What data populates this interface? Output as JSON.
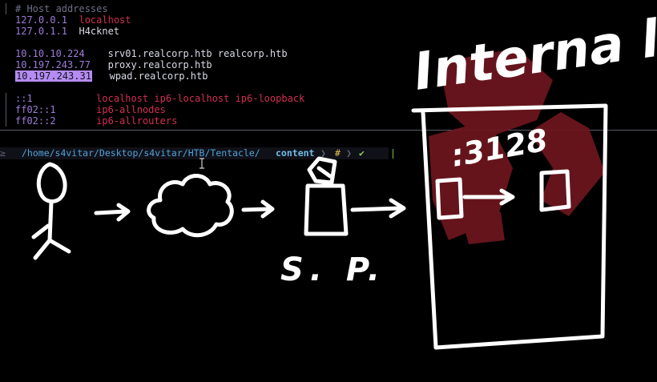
{
  "hosts_file": {
    "comment": "# Host addresses",
    "entries": [
      {
        "ip": "127.0.0.1",
        "names": "localhost",
        "highlight": false,
        "red": true
      },
      {
        "ip": "127.0.1.1",
        "names": "H4cknet",
        "highlight": false,
        "red": false
      },
      {
        "ip": "10.10.10.224",
        "names": "srv01.realcorp.htb realcorp.htb",
        "highlight": false,
        "red": false
      },
      {
        "ip": "10.197.243.77",
        "names": "proxy.realcorp.htb",
        "highlight": false,
        "red": false
      },
      {
        "ip": "10.197.243.31",
        "names": "wpad.realcorp.htb",
        "highlight": true,
        "red": false
      },
      {
        "ip": "::1",
        "names": "localhost ip6-localhost ip6-loopback",
        "highlight": false,
        "red": true
      },
      {
        "ip": "ff02::1",
        "names": "ip6-allnodes",
        "highlight": false,
        "red": true
      },
      {
        "ip": "ff02::2",
        "names": "ip6-allrouters",
        "highlight": false,
        "red": true
      }
    ]
  },
  "prompt": {
    "arrow": "≥",
    "path_prefix": "/home/s4vitar/Desktop/s4vitar/HTB/Tentacle/",
    "path_current": "content",
    "separator": "❯",
    "symbol": "#",
    "status": "✔"
  },
  "drawing": {
    "label_internal": "Interna l",
    "label_port": ":3128",
    "label_sp": "S. P."
  },
  "colors": {
    "background": "#000000",
    "ip": "#9d7cd8",
    "red_names": "#d22f52",
    "highlight": "#b48cf2",
    "logo_red": "#7a1a22",
    "ink": "#ffffff"
  }
}
